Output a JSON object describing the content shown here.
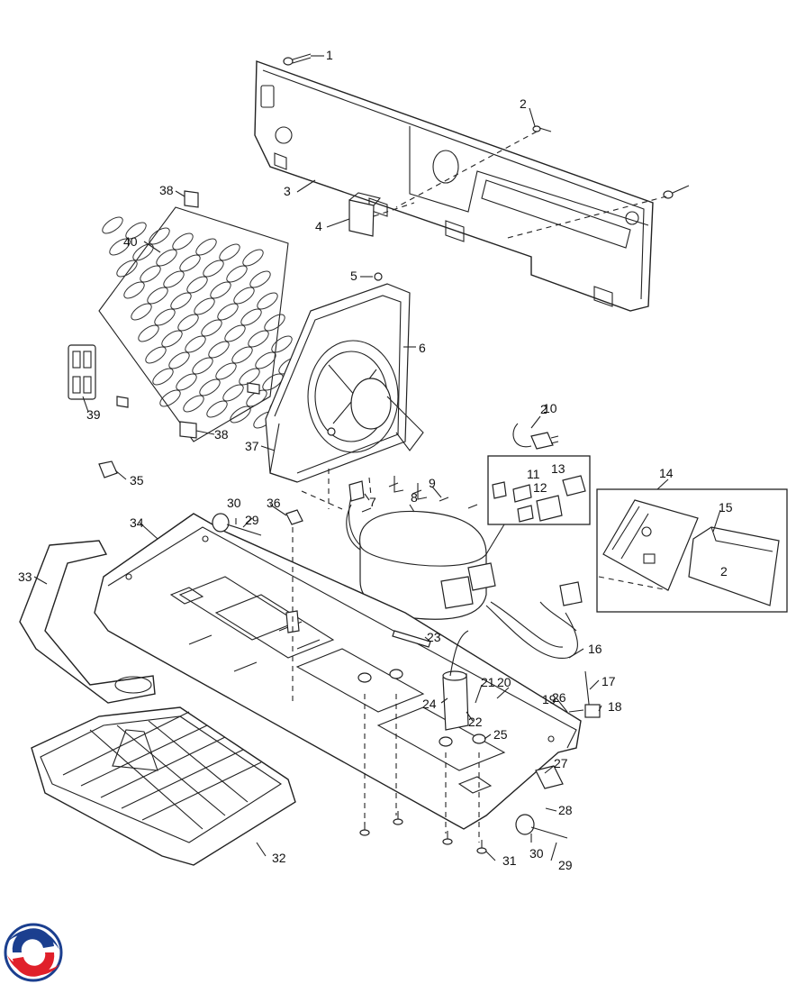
{
  "diagram": {
    "callouts": [
      "1",
      "2",
      "2",
      "3",
      "4",
      "5",
      "6",
      "7",
      "8",
      "9",
      "10",
      "11",
      "12",
      "13",
      "14",
      "15",
      "2",
      "16",
      "17",
      "18",
      "19",
      "20",
      "21",
      "22",
      "23",
      "24",
      "25",
      "26",
      "27",
      "28",
      "29",
      "29",
      "30",
      "30",
      "31",
      "32",
      "33",
      "34",
      "35",
      "36",
      "37",
      "38",
      "38",
      "39",
      "40"
    ]
  },
  "logo": {
    "icon": "brand-swirl-logo",
    "colors": [
      "#1b3f8f",
      "#e0202a"
    ]
  }
}
